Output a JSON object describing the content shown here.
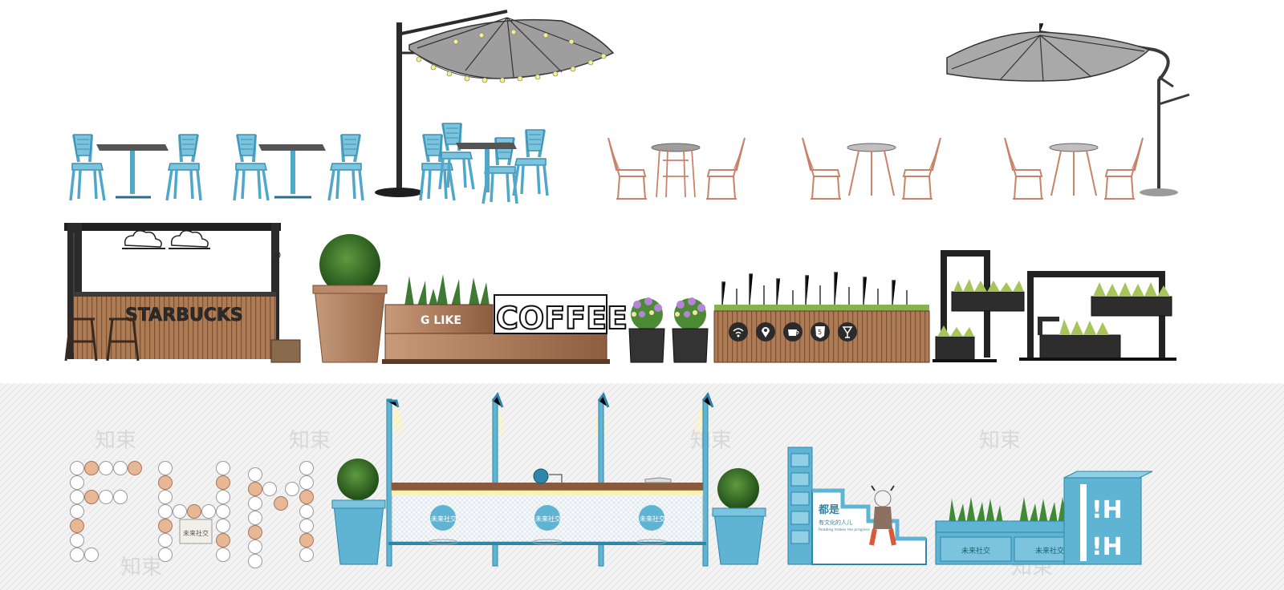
{
  "signage": {
    "starbucks": "STARBUCKS",
    "glike": "G LIKE",
    "coffee": "COFFEE",
    "fhm": [
      "F",
      "H",
      "M"
    ],
    "pod_label": "未来社交",
    "planter_label": "未来社交",
    "stair_title": "都是",
    "stair_sub": "有文化的人儿",
    "stair_tiny": "Reading makes me progress",
    "watermark": "知束",
    "tower_mark": "!H"
  },
  "colors": {
    "blue": "#5fb4d4",
    "blue_dark": "#2f86a8",
    "rose": "#c9836a",
    "wood": "#a8744f",
    "dark": "#2b2b2b",
    "green": "#3d7a2c"
  },
  "icons": [
    "wifi-icon",
    "location-pin-icon",
    "coffee-cup-icon",
    "html5-badge-icon",
    "wine-glass-icon"
  ]
}
